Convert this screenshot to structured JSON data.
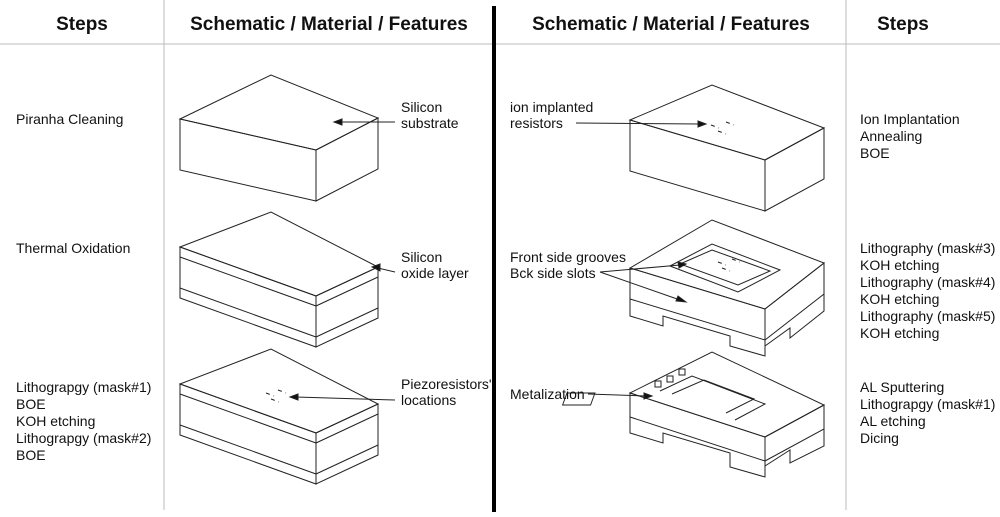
{
  "headers": {
    "left_steps": "Steps",
    "left_schematic": "Schematic / Material / Features",
    "right_schematic": "Schematic / Material / Features",
    "right_steps": "Steps"
  },
  "left_column": {
    "row1": {
      "steps": [
        "Piranha Cleaning"
      ],
      "label": [
        "Silicon",
        "substrate"
      ]
    },
    "row2": {
      "steps": [
        "Thermal Oxidation"
      ],
      "label": [
        "Silicon",
        "oxide layer"
      ]
    },
    "row3": {
      "steps": [
        "Lithograpgy (mask#1)",
        "BOE",
        "KOH etching",
        "Lithograpgy (mask#2)",
        "BOE"
      ],
      "label": [
        "Piezoresistors'",
        "locations"
      ]
    }
  },
  "right_column": {
    "row1": {
      "label": [
        "ion implanted",
        "resistors"
      ],
      "steps": [
        "Ion Implantation",
        "Annealing",
        "BOE"
      ]
    },
    "row2": {
      "label": [
        "Front side grooves",
        "Bck side slots"
      ],
      "steps": [
        "Lithography (mask#3)",
        "KOH etching",
        "Lithography (mask#4)",
        "KOH etching",
        "Lithography (mask#5)",
        "KOH etching"
      ]
    },
    "row3": {
      "label": [
        "Metalization"
      ],
      "steps": [
        "AL Sputtering",
        "Lithograpgy (mask#1)",
        "AL etching",
        "Dicing"
      ]
    }
  }
}
